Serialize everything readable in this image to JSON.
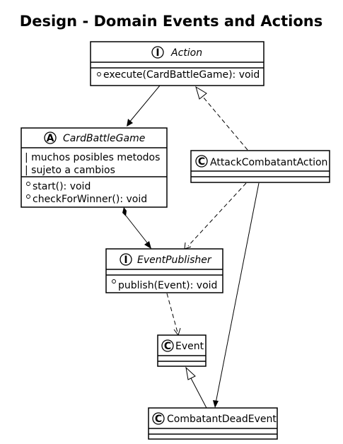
{
  "title": "Design - Domain Events and Actions",
  "classes": {
    "action": {
      "kind": "I",
      "name": "Action",
      "methods": [
        "execute(CardBattleGame): void"
      ]
    },
    "card_battle_game": {
      "kind": "A",
      "name": "CardBattleGame",
      "notes": [
        "| muchos posibles metodos",
        "| sujeto a cambios"
      ],
      "methods": [
        "start(): void",
        "checkForWinner(): void"
      ]
    },
    "attack_combatant_action": {
      "kind": "C",
      "name": "AttackCombatantAction"
    },
    "event_publisher": {
      "kind": "I",
      "name": "EventPublisher",
      "methods": [
        "publish(Event): void"
      ]
    },
    "event": {
      "kind": "C",
      "name": "Event"
    },
    "combatant_dead_event": {
      "kind": "C",
      "name": "CombatantDeadEvent"
    }
  }
}
